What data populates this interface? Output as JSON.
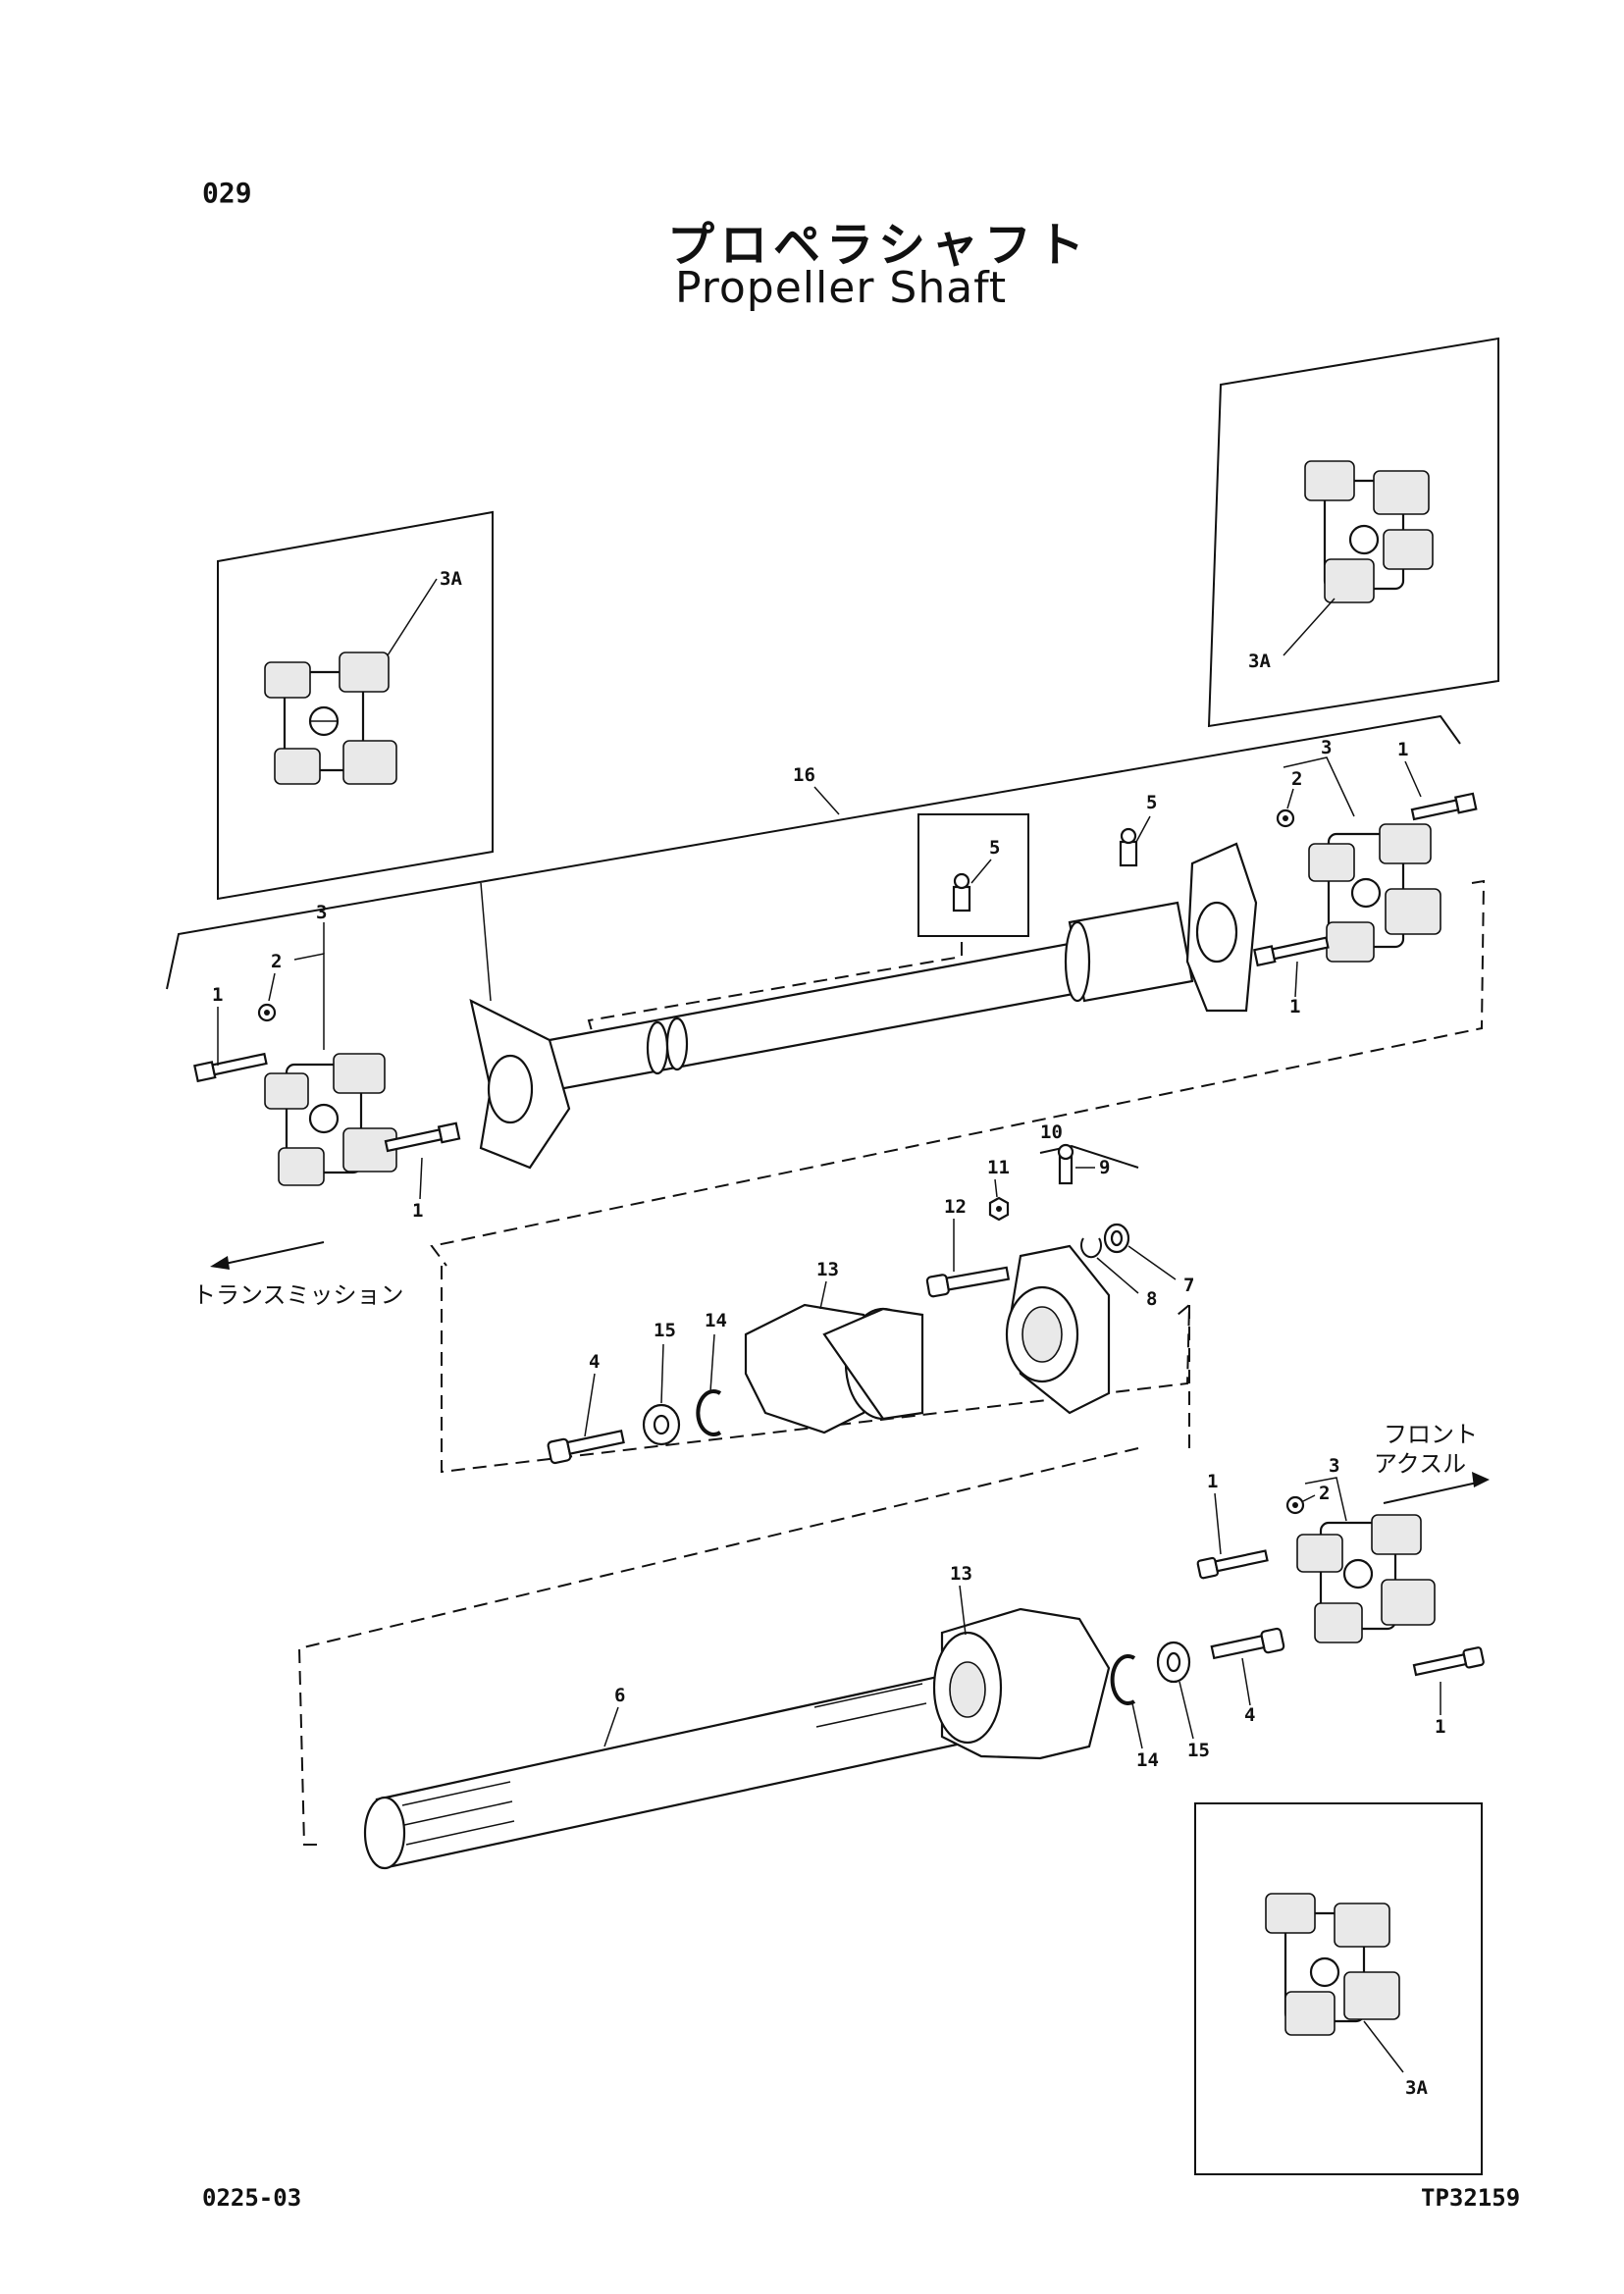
{
  "page_number": "029",
  "title_jp": "プロペラシャフト",
  "title_en": "Propeller Shaft",
  "footer_code": "0225-03",
  "footer_ref": "TP32159",
  "direction_labels": {
    "transmission": "トランスミッション",
    "front_axle_line1": "フロント",
    "front_axle_line2": "アクスル"
  },
  "callouts": {
    "c1a": "1",
    "c1b": "1",
    "c1c": "1",
    "c1d": "1",
    "c1e": "1",
    "c1f": "1",
    "c2a": "2",
    "c2b": "2",
    "c2c": "2",
    "c3a": "3",
    "c3b": "3",
    "c3c": "3",
    "c3Aa": "3A",
    "c3Ab": "3A",
    "c3Ac": "3A",
    "c4a": "4",
    "c4b": "4",
    "c5a": "5",
    "c5b": "5",
    "c6": "6",
    "c7": "7",
    "c8": "8",
    "c9": "9",
    "c10": "10",
    "c11": "11",
    "c12": "12",
    "c13a": "13",
    "c13b": "13",
    "c14a": "14",
    "c14b": "14",
    "c15a": "15",
    "c15b": "15",
    "c16": "16"
  }
}
